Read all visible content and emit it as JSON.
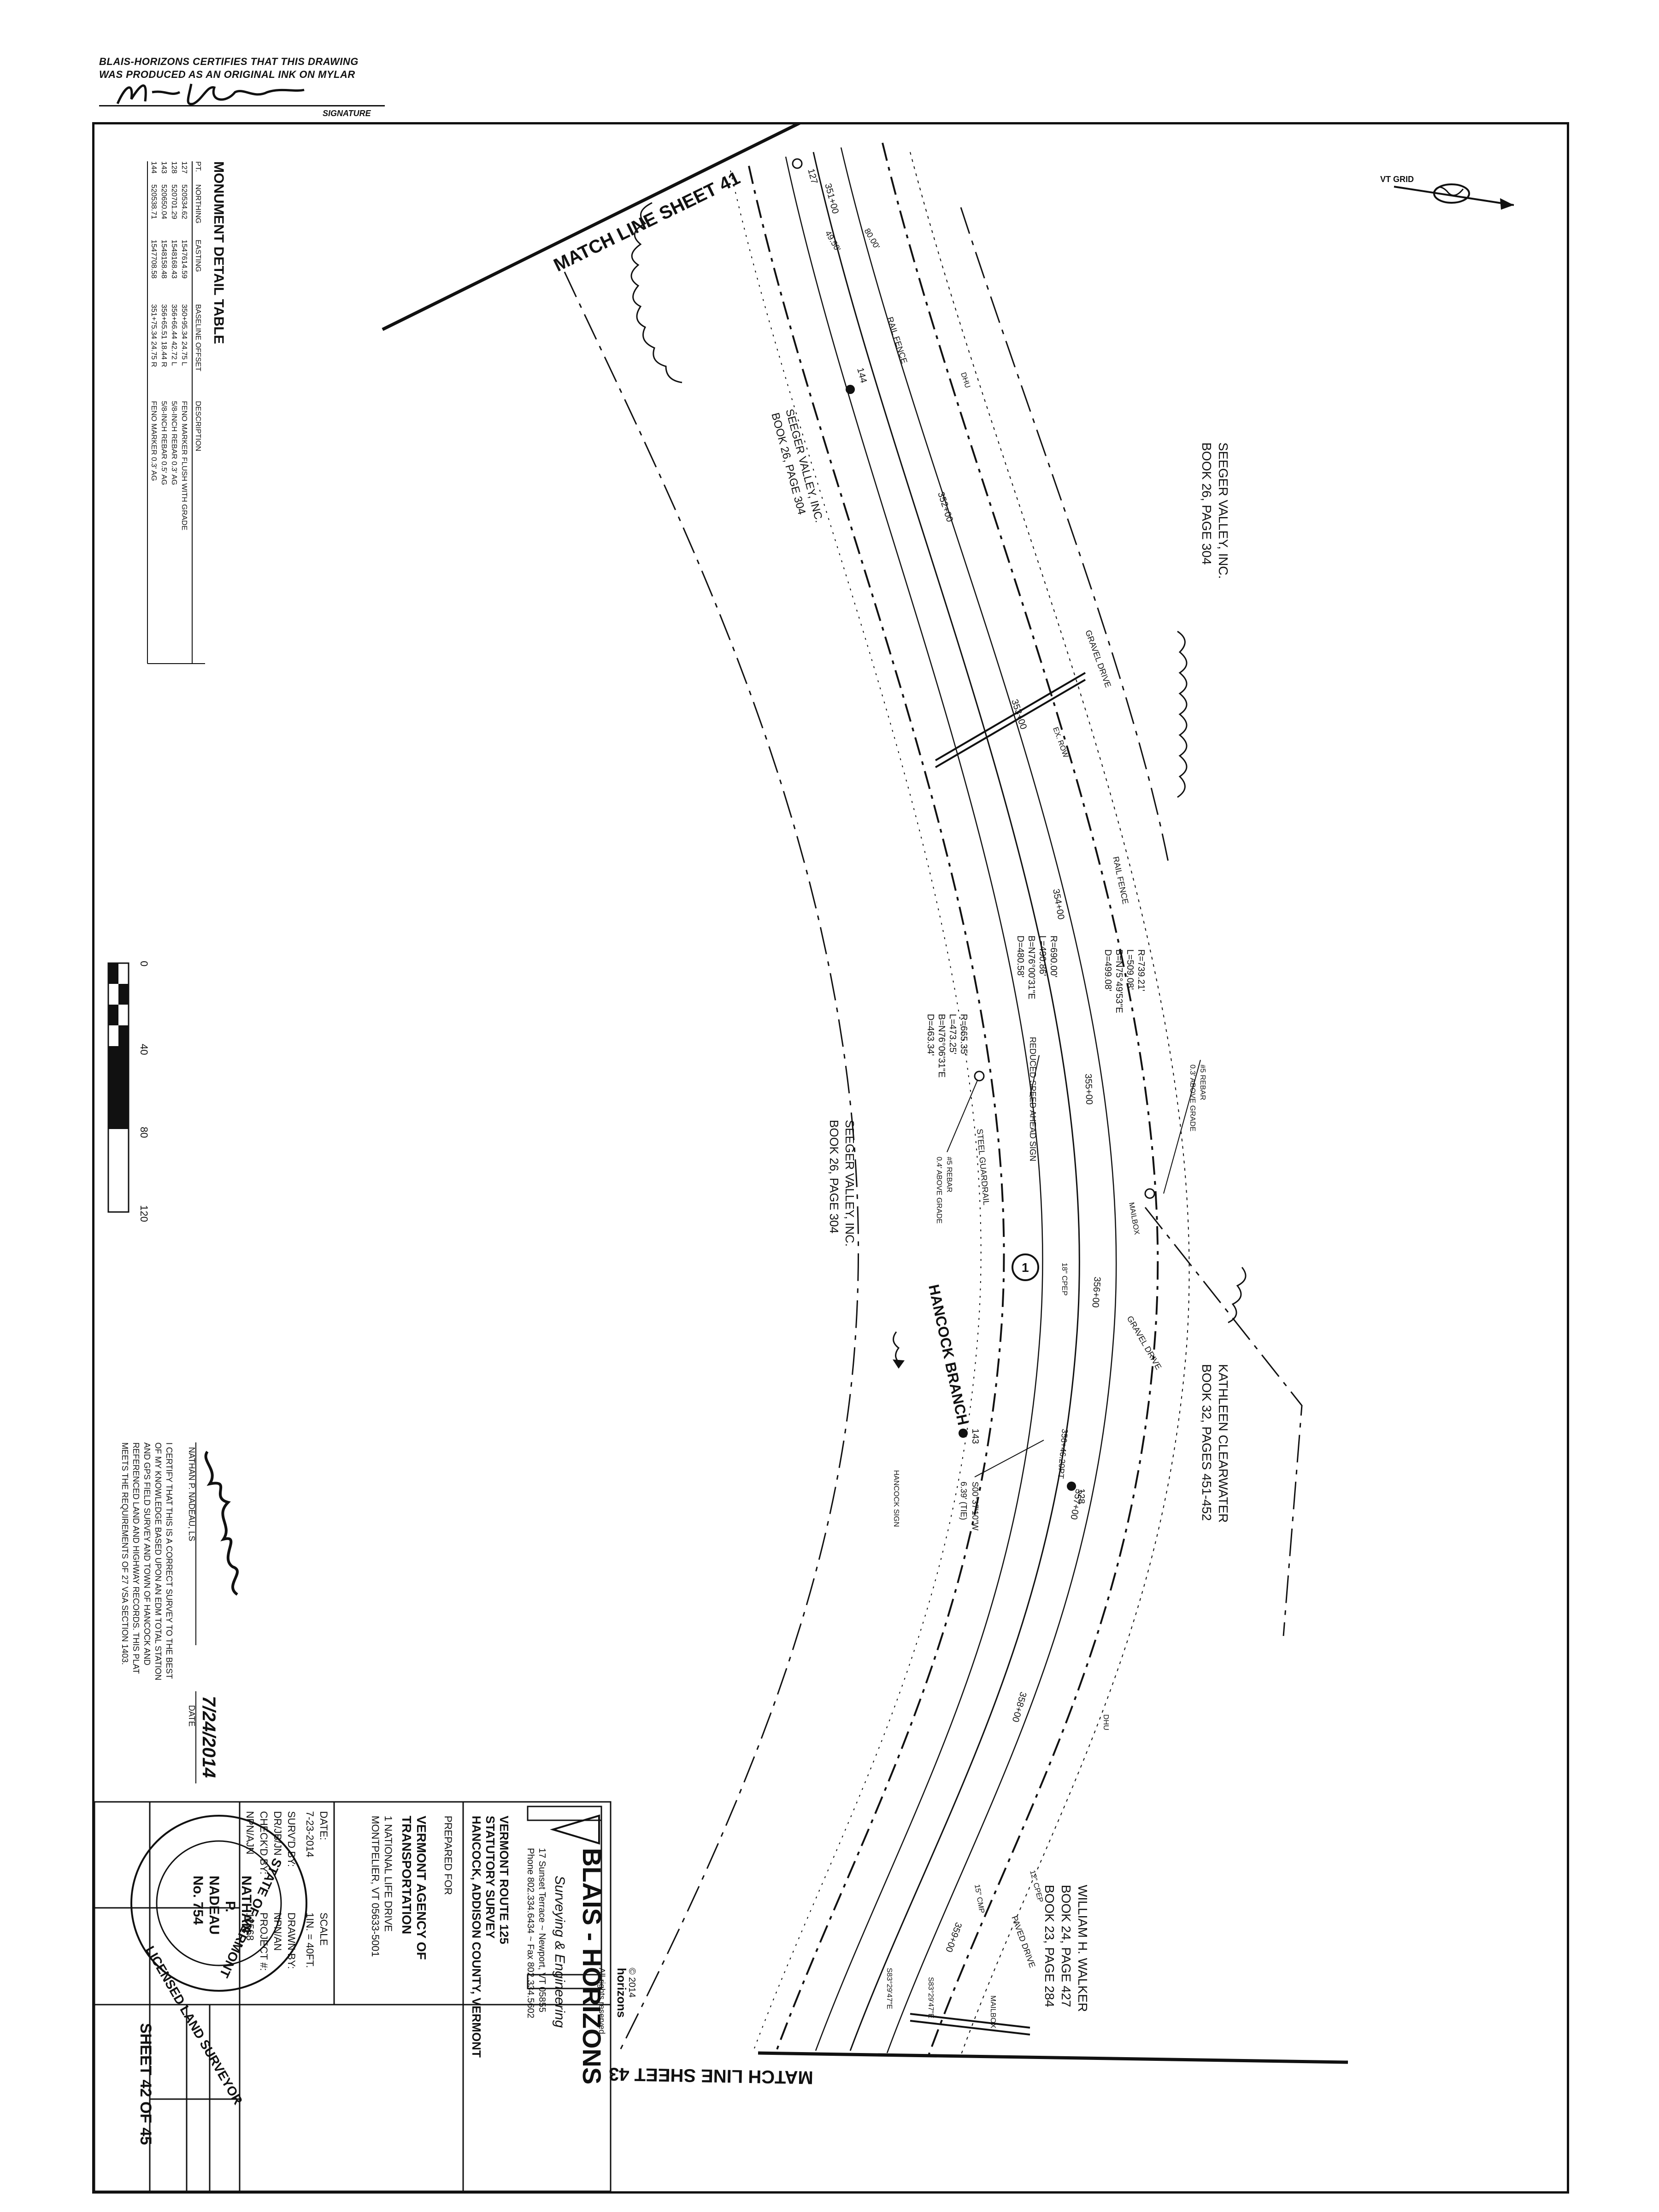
{
  "certification": {
    "line1": "BLAIS-HORIZONS CERTIFIES THAT THIS DRAWING",
    "line2": "WAS PRODUCED AS AN ORIGINAL INK ON MYLAR",
    "signature_label": "SIGNATURE"
  },
  "match_lines": {
    "top": "MATCH LINE SHEET 41",
    "bottom": "MATCH LINE SHEET 43"
  },
  "north_arrow": {
    "label": "VT GRID"
  },
  "owners": {
    "seeger_top_name": "SEEGER VALLEY, INC.",
    "seeger_top_book": "BOOK 26, PAGE 304",
    "seeger_mid_name": "SEEGER VALLEY, INC.",
    "seeger_mid_book": "BOOK 26, PAGE 304",
    "seeger_low_name": "SEEGER VALLEY, INC.",
    "seeger_low_book": "BOOK 26, PAGE 304",
    "clearwater_name": "KATHLEEN CLEARWATER",
    "clearwater_book": "BOOK 32, PAGES 451-452",
    "walker_name": "WILLIAM H. WALKER",
    "walker_book1": "BOOK 24, PAGE 427",
    "walker_book2": "BOOK 23, PAGE 284"
  },
  "river": {
    "label": "HANCOCK BRANCH",
    "marker": "1"
  },
  "stations": [
    "351+00",
    "352+00",
    "353+00",
    "354+00",
    "355+00",
    "356+00",
    "357+00",
    "358+00",
    "359+00"
  ],
  "plan_labels": {
    "rail_fence_1": "RAIL FENCE",
    "rail_fence_2": "RAIL FENCE",
    "gravel_drive_1": "GRAVEL DRIVE",
    "gravel_drive_2": "GRAVEL DRIVE",
    "paved_drive": "PAVED DRIVE",
    "steel_guardrail": "STEEL GUARDRAIL",
    "reduced_speed": "REDUCED SPEED AHEAD SIGN",
    "hancock_sign": "HANCOCK SIGN",
    "mailbox_1": "MAILBOX",
    "mailbox_2": "MAILBOX",
    "rebar_above_1": "#5 REBAR",
    "rebar_above_1b": "0.3' ABOVE GRADE",
    "rebar_above_2": "#5 REBAR",
    "rebar_above_2b": "0.4' ABOVE GRADE",
    "cpep": "18\" CPEP",
    "cmp": "15\" CMP",
    "cpep12": "12\" CPEP",
    "tie": "S00°37'10\"W",
    "tie2": "6.39' (TIE)",
    "sta_143": "356+46.20PT",
    "dhu_1": "DHU",
    "dhu_2": "DHU",
    "dim_80": "80.00'",
    "dim_49": "49.50'",
    "seg_1": "S83°29'47\"E",
    "seg_2": "S83°29'47\"E",
    "row_ex": "EX. ROW"
  },
  "curves": {
    "c1": [
      "R=739.21'",
      "L=509.08'",
      "B=N75°49'53\"E",
      "D=499.08'"
    ],
    "c2": [
      "R=690.00'",
      "L=490.86'",
      "B=N76°00'31\"E",
      "D=480.58'"
    ],
    "c3": [
      "R=665.35'",
      "L=473.25'",
      "B=N76°06'31\"E",
      "D=463.34'"
    ]
  },
  "monuments": {
    "title": "MONUMENT DETAIL TABLE",
    "headers": [
      "PT.",
      "NORTHING",
      "EASTING",
      "BASELINE OFFSET",
      "DESCRIPTION"
    ],
    "rows": [
      [
        "127",
        "520534.62",
        "1547614.59",
        "350+95.34 24.75 L",
        "FENO MARKER FLUSH WITH GRADE"
      ],
      [
        "128",
        "520701.29",
        "1548168.43",
        "356+66.44 42.72 L",
        "5/8-INCH REBAR 0.3' AG"
      ],
      [
        "143",
        "520650.04",
        "1548158.48",
        "356+65.51 18.44 R",
        "5/8-INCH REBAR 0.5' AG"
      ],
      [
        "144",
        "520538.71",
        "1547708.58",
        "351+75.34 24.75 R",
        "FENO MARKER 0.3' AG"
      ]
    ],
    "pt_labels": [
      "127",
      "128",
      "143",
      "144"
    ]
  },
  "scale_bar": {
    "ticks": [
      "0",
      "40",
      "80",
      "120"
    ]
  },
  "surveyor": {
    "name": "NATHAN P. NADEAU, LS",
    "date_label": "DATE",
    "date_value": "7/24/2014",
    "statement": [
      "I CERTIFY THAT THIS IS A CORRECT SURVEY TO THE BEST",
      "OF MY KNOWLEDGE BASED UPON AN EDM TOTAL STATION",
      "AND GPS FIELD SURVEY AND TOWN OF HANCOCK AND",
      "REFERENCED LAND AND HIGHWAY RECORDS. THIS PLAT",
      "MEETS THE REQUIREMENTS OF 27 VSA SECTION 1403."
    ]
  },
  "firm": {
    "name": "BLAIS - HORIZONS",
    "tagline": "Surveying & Engineering",
    "address": "17 Sunset Terrace ~ Newport, VT 05855",
    "phone": "Phone 802.334.6434 ~ Fax 802.334.5602",
    "copyright": "© 2014",
    "brand": "horizons",
    "rights": "All rights reserved"
  },
  "project": {
    "line1": "VERMONT ROUTE 125",
    "line2": "STATUTORY SURVEY",
    "line3": "HANCOCK, ADDISON COUNTY, VERMONT",
    "prepared": "PREPARED FOR",
    "client1": "VERMONT AGENCY OF",
    "client2": "TRANSPORTATION",
    "addr1": "1 NATIONAL LIFE DRIVE",
    "addr2": "MONTPELIER, VT 05633-5001"
  },
  "title_block": {
    "date_label": "DATE:",
    "date_value": "7-23-2014",
    "scale_label": "SCALE",
    "scale_value": "1IN. = 40FT.",
    "survd_label": "SURV'D BY:",
    "survd_value": "DR/JB/JN",
    "drawn_label": "DRAWN BY:",
    "drawn_value": "NPN/AN",
    "checked_label": "CHECK'D BY:",
    "checked_value": "NPN/AJN",
    "project_label": "PROJECT #:",
    "project_value": "12568",
    "sheet": "SHEET 42 OF 45"
  },
  "seal": {
    "top": "STATE OF VERMONT",
    "bottom": "LICENSED LAND SURVEYOR",
    "name1": "NATHAN",
    "name2": "P.",
    "name3": "NADEAU",
    "number": "No. 754"
  }
}
